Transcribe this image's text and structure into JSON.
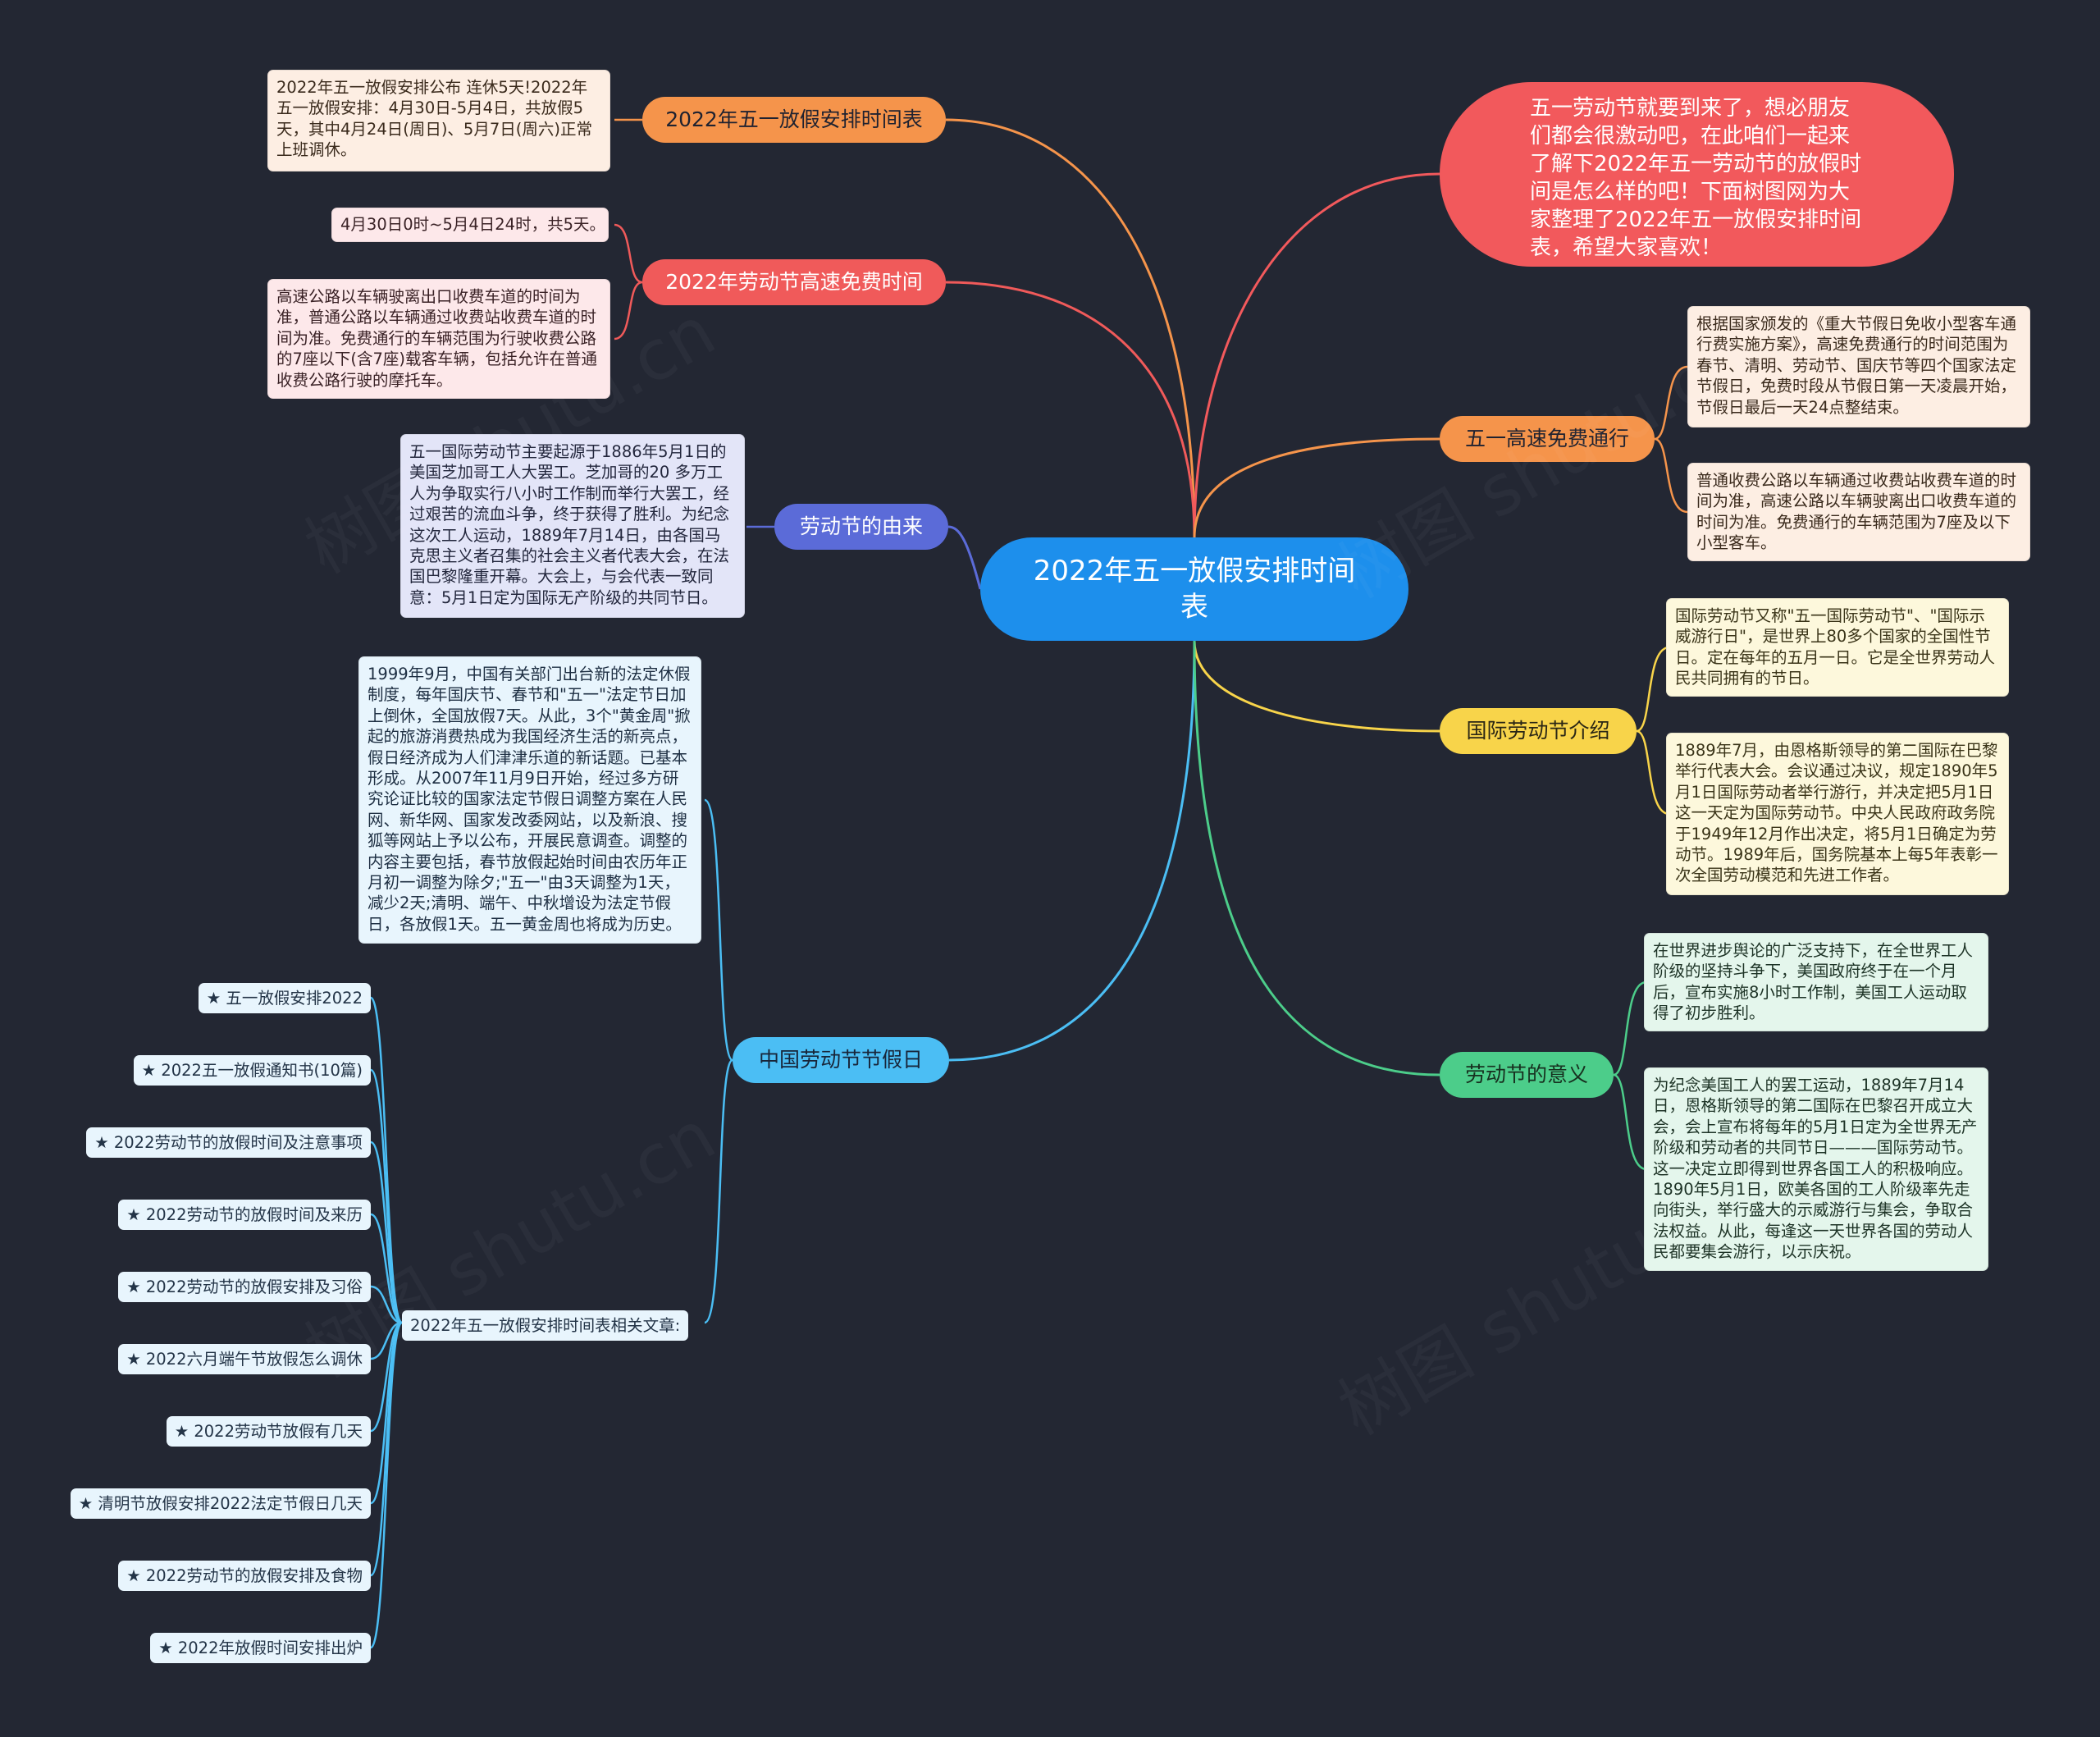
{
  "center": "2022年五一放假安排时间表",
  "intro": "五一劳动节就要到来了，想必朋友们都会很激动吧，在此咱们一起来了解下2022年五一劳动节的放假时间是怎么样的吧！下面树图网为大家整理了2022年五一放假安排时间表，希望大家喜欢！",
  "branches": {
    "schedule": {
      "label": "2022年五一放假安排时间表",
      "color": "#f5944b",
      "leaves": [
        "2022年五一放假安排公布 连休5天!2022年五一放假安排：4月30日-5月4日，共放假5天，其中4月24日(周日)、5月7日(周六)正常上班调休。"
      ]
    },
    "highway_time": {
      "label": "2022年劳动节高速免费时间",
      "color": "#f05a5a",
      "leaves": [
        "4月30日0时~5月4日24时，共5天。",
        "高速公路以车辆驶离出口收费车道的时间为准，普通公路以车辆通过收费站收费车道的时间为准。免费通行的车辆范围为行驶收费公路的7座以下(含7座)载客车辆，包括允许在普通收费公路行驶的摩托车。"
      ]
    },
    "origin": {
      "label": "劳动节的由来",
      "color": "#5b6bd8",
      "leaves": [
        "五一国际劳动节主要起源于1886年5月1日的美国芝加哥工人大罢工。芝加哥的20 多万工人为争取实行八小时工作制而举行大罢工，经过艰苦的流血斗争，终于获得了胜利。为纪念这次工人运动，1889年7月14日，由各国马克思主义者召集的社会主义者代表大会，在法国巴黎隆重开幕。大会上，与会代表一致同意：5月1日定为国际无产阶级的共同节日。"
      ]
    },
    "china_holiday": {
      "label": "中国劳动节节假日",
      "color": "#4bbef4",
      "leaves": [
        "1999年9月，中国有关部门出台新的法定休假制度，每年国庆节、春节和\"五一\"法定节日加上倒休，全国放假7天。从此，3个\"黄金周\"掀起的旅游消费热成为我国经济生活的新亮点，假日经济成为人们津津乐道的新话题。已基本形成。从2007年11月9日开始，经过多方研究论证比较的国家法定节假日调整方案在人民网、新华网、国家发改委网站，以及新浪、搜狐等网站上予以公布，开展民意调查。调整的内容主要包括，春节放假起始时间由农历年正月初一调整为除夕;\"五一\"由3天调整为1天，减少2天;清明、端午、中秋增设为法定节假日，各放假1天。五一黄金周也将成为历史。"
      ],
      "articles_title": "2022年五一放假安排时间表相关文章:",
      "articles": [
        "★ 五一放假安排2022",
        "★ 2022五一放假通知书(10篇)",
        "★ 2022劳动节的放假时间及注意事项",
        "★ 2022劳动节的放假时间及来历",
        "★ 2022劳动节的放假安排及习俗",
        "★ 2022六月端午节放假怎么调休",
        "★ 2022劳动节放假有几天",
        "★ 清明节放假安排2022法定节假日几天",
        "★ 2022劳动节的放假安排及食物",
        "★ 2022年放假时间安排出炉"
      ]
    },
    "free_pass": {
      "label": "五一高速免费通行",
      "color": "#f5944b",
      "leaves": [
        "根据国家颁发的《重大节假日免收小型客车通行费实施方案》，高速免费通行的时间范围为春节、清明、劳动节、国庆节等四个国家法定节假日，免费时段从节假日第一天凌晨开始，节假日最后一天24点整结束。",
        "普通收费公路以车辆通过收费站收费车道的时间为准，高速公路以车辆驶离出口收费车道的时间为准。免费通行的车辆范围为7座及以下小型客车。"
      ]
    },
    "intl_intro": {
      "label": "国际劳动节介绍",
      "color": "#f8d44a",
      "leaves": [
        "国际劳动节又称\"五一国际劳动节\"、\"国际示威游行日\"，是世界上80多个国家的全国性节日。定在每年的五月一日。它是全世界劳动人民共同拥有的节日。",
        "1889年7月，由恩格斯领导的第二国际在巴黎举行代表大会。会议通过决议，规定1890年5月1日国际劳动者举行游行，并决定把5月1日这一天定为国际劳动节。中央人民政府政务院于1949年12月作出决定，将5月1日确定为劳动节。1989年后，国务院基本上每5年表彰一次全国劳动模范和先进工作者。"
      ]
    },
    "meaning": {
      "label": "劳动节的意义",
      "color": "#4ccd8a",
      "leaves": [
        "在世界进步舆论的广泛支持下，在全世界工人阶级的坚持斗争下，美国政府终于在一个月后，宣布实施8小时工作制，美国工人运动取得了初步胜利。",
        "为纪念美国工人的罢工运动，1889年7月14日，恩格斯领导的第二国际在巴黎召开成立大会，会上宣布将每年的5月1日定为全世界无产阶级和劳动者的共同节日———国际劳动节。这一决定立即得到世界各国工人的积极响应。1890年5月1日，欧美各国的工人阶级率先走向街头，举行盛大的示威游行与集会，争取合法权益。从此，每逢这一天世界各国的劳动人民都要集会游行，以示庆祝。"
      ]
    }
  }
}
